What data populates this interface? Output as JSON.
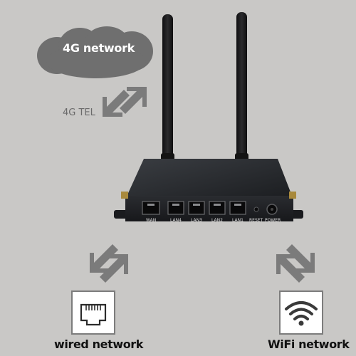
{
  "cloud": {
    "label": "4G network"
  },
  "tel": {
    "label": "4G TEL"
  },
  "router": {
    "ports": [
      {
        "name": "WAN"
      },
      {
        "name": "LAN4"
      },
      {
        "name": "LAN3"
      },
      {
        "name": "LAN2"
      },
      {
        "name": "LAN1"
      }
    ],
    "reset_label": "RESET",
    "power_label": "POWER"
  },
  "wired": {
    "label": "wired network"
  },
  "wifi": {
    "label": "WiFi network"
  },
  "colors": {
    "background": "#c9c8c6",
    "cloud": "#6f6f6f",
    "arrow": "#7b7b7b",
    "router": "#1e2023"
  }
}
